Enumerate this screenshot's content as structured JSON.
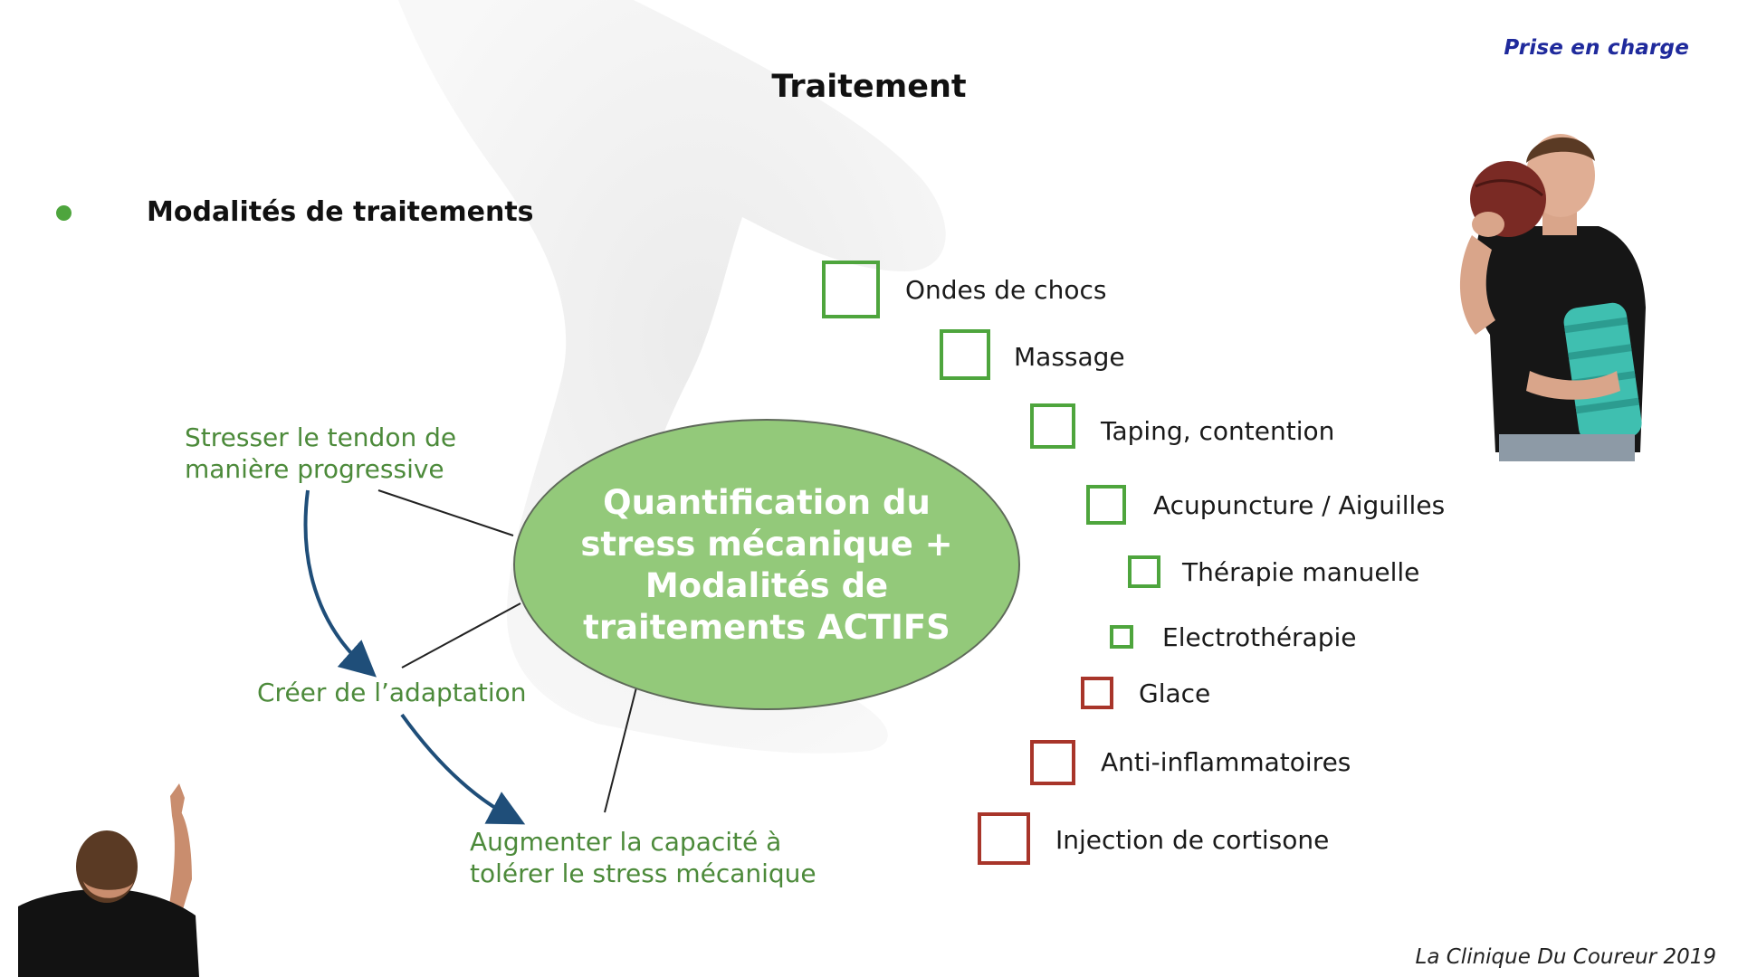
{
  "header": {
    "section_tag": "Prise en charge"
  },
  "slide": {
    "title": "Traitement",
    "bullet": "Modalités de traitements"
  },
  "diagram": {
    "center": "Quantification du stress mécanique + Modalités de traitements ACTIFS",
    "steps": [
      {
        "label": "Stresser le tendon de manière progressive"
      },
      {
        "label": "Créer de l’adaptation"
      },
      {
        "label": "Augmenter la capacité à tolérer le stress mécanique"
      }
    ]
  },
  "treatments": [
    {
      "label": "Ondes de chocs",
      "status": "recommended"
    },
    {
      "label": "Massage",
      "status": "recommended"
    },
    {
      "label": "Taping, contention",
      "status": "recommended"
    },
    {
      "label": "Acupuncture / Aiguilles",
      "status": "recommended"
    },
    {
      "label": "Thérapie manuelle",
      "status": "recommended"
    },
    {
      "label": "Electrothérapie",
      "status": "recommended"
    },
    {
      "label": "Glace",
      "status": "not-recommended"
    },
    {
      "label": "Anti-inflammatoires",
      "status": "not-recommended"
    },
    {
      "label": "Injection de cortisone",
      "status": "not-recommended"
    }
  ],
  "colors": {
    "recommended": "#4ea53d",
    "not_recommended": "#a8352a",
    "ellipse_fill": "#93c97a",
    "step_text": "#4c8a3a",
    "arrow": "#1f4e79",
    "section_tag": "#1f2a9c"
  },
  "footer": {
    "credit": "La Clinique Du Coureur 2019"
  }
}
